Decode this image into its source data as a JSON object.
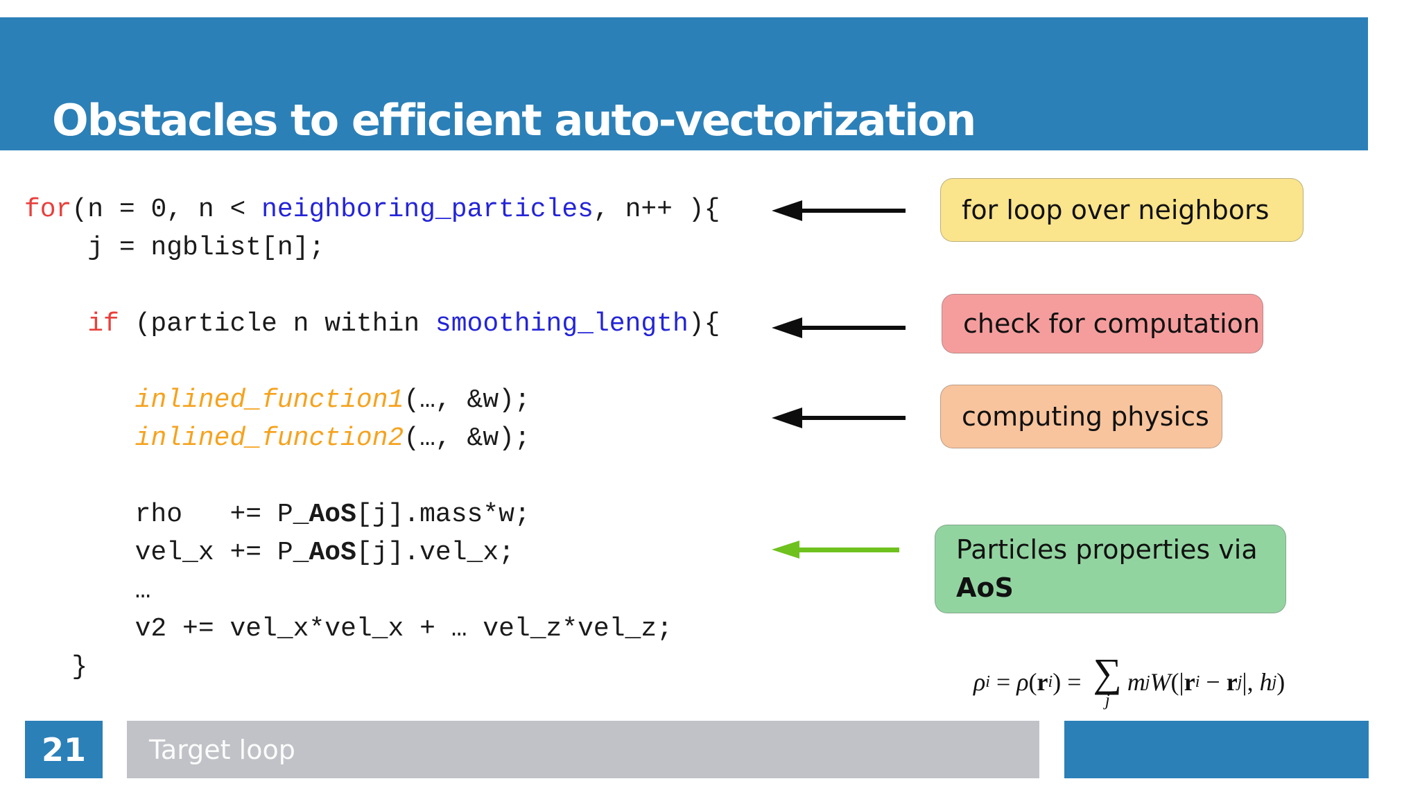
{
  "slide": {
    "title": "Obstacles to efficient auto-vectorization",
    "page_number": "21",
    "footer_label": "Target loop"
  },
  "colors": {
    "header_blue": "#2B80B8",
    "footer_gray": "#C0C2C7",
    "keyword_red": "#E8403C",
    "identifier_blue": "#2424D8",
    "function_orange": "#F6A21D",
    "callout_yellow": "#FAE48C",
    "callout_pink": "#F59D9D",
    "callout_orange": "#F8C49D",
    "callout_green": "#92D4A0",
    "arrow_black": "#0d0d0d",
    "arrow_green": "#6FC11E"
  },
  "code": {
    "lines": [
      {
        "segments": [
          {
            "text": "for",
            "style": "kw"
          },
          {
            "text": "(n = 0, n < "
          },
          {
            "text": "neighboring_particles",
            "style": "id"
          },
          {
            "text": ", n++ ){"
          }
        ]
      },
      {
        "segments": [
          {
            "text": "    j = ngblist[n];"
          }
        ]
      },
      {
        "segments": [
          {
            "text": ""
          }
        ]
      },
      {
        "segments": [
          {
            "text": "    "
          },
          {
            "text": "if",
            "style": "kw"
          },
          {
            "text": " (particle n within "
          },
          {
            "text": "smoothing_length",
            "style": "id"
          },
          {
            "text": "){"
          }
        ]
      },
      {
        "segments": [
          {
            "text": ""
          }
        ]
      },
      {
        "segments": [
          {
            "text": "       "
          },
          {
            "text": "inlined_function1",
            "style": "fn"
          },
          {
            "text": "(…, &w);"
          }
        ]
      },
      {
        "segments": [
          {
            "text": "       "
          },
          {
            "text": "inlined_function2",
            "style": "fn"
          },
          {
            "text": "(…, &w);"
          }
        ]
      },
      {
        "segments": [
          {
            "text": ""
          }
        ]
      },
      {
        "segments": [
          {
            "text": "       rho   += P"
          },
          {
            "text": "_AoS",
            "style": "b"
          },
          {
            "text": "[j].mass*w;"
          }
        ]
      },
      {
        "segments": [
          {
            "text": "       vel_x += P"
          },
          {
            "text": "_AoS",
            "style": "b"
          },
          {
            "text": "[j].vel_x;"
          }
        ]
      },
      {
        "segments": [
          {
            "text": "       …"
          }
        ]
      },
      {
        "segments": [
          {
            "text": "       v2 += vel_x*vel_x + … vel_z*vel_z;"
          }
        ]
      },
      {
        "segments": [
          {
            "text": "   }"
          }
        ]
      }
    ]
  },
  "callouts": [
    {
      "bg_key": "callout_yellow",
      "lines": [
        {
          "text": "for loop over neighbors"
        }
      ]
    },
    {
      "bg_key": "callout_pink",
      "lines": [
        {
          "text": "check for computation"
        }
      ]
    },
    {
      "bg_key": "callout_orange",
      "lines": [
        {
          "text": "computing physics"
        }
      ]
    },
    {
      "bg_key": "callout_green",
      "lines": [
        {
          "text": "Particles properties via"
        },
        {
          "text": "AoS",
          "bold": true
        }
      ]
    }
  ],
  "formula": {
    "rho": "ρ",
    "i": "i",
    "j": "j",
    "eq": " = ",
    "lparen": "(",
    "rparen_eq": ") = ",
    "sigma": "∑",
    "m": "m",
    "W": "W",
    "lparen_bar": "(|",
    "minus": " − ",
    "bar_comma": "|, ",
    "h": "h",
    "rparen": ")",
    "r": "r"
  }
}
